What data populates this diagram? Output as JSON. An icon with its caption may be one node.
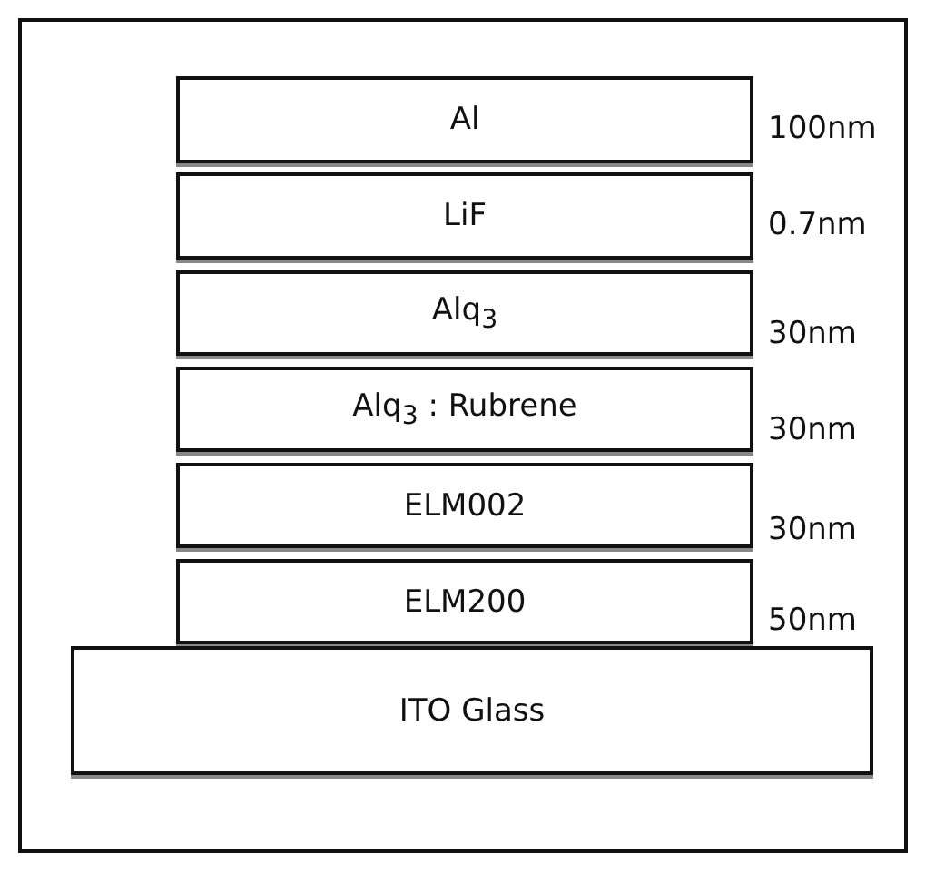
{
  "diagram": {
    "nodes": [
      {
        "text": [],
        "shape": "box"
      },
      {
        "text": [
          "Al"
        ],
        "beside": [
          "100nm"
        ],
        "in": 0
      },
      {
        "text": [
          "LiF"
        ],
        "beside": [
          "0.7nm"
        ],
        "in": 0
      },
      {
        "text": [
          "Alq$_{3}$"
        ],
        "beside": [
          "30nm"
        ],
        "in": 0
      },
      {
        "text": [
          "Alq$_{3}$ : Rubrene"
        ],
        "beside": [
          "30nm"
        ],
        "in": 0
      },
      {
        "text": [
          "ELM002"
        ],
        "beside": [
          "30nm"
        ],
        "in": 0
      },
      {
        "text": [
          "ELM200"
        ],
        "beside": [
          "50nm"
        ],
        "in": 0
      },
      {
        "text": [
          "ITO Glass"
        ],
        "in": 0
      }
    ]
  }
}
